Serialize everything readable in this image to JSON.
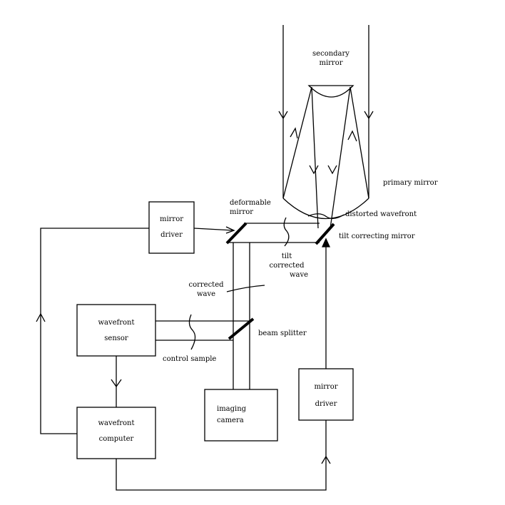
{
  "labels": {
    "secondary_mirror": [
      "secondary",
      "mirror"
    ],
    "primary_mirror": "primary mirror",
    "deformable_mirror": [
      "deformable",
      "mirror"
    ],
    "distorted_wavefront": "distorted wavefront",
    "tilt_correcting_mirror": "tilt correcting mirror",
    "tilt_corrected_wave": [
      "tilt",
      "corrected",
      "wave"
    ],
    "corrected_wave": [
      "corrected",
      "wave"
    ],
    "beam_splitter": "beam splitter",
    "control_sample": "control sample"
  },
  "boxes": {
    "mirror_driver_top": [
      "mirror",
      "driver"
    ],
    "wavefront_sensor": [
      "wavefront",
      "sensor"
    ],
    "wavefront_computer": [
      "wavefront",
      "computer"
    ],
    "imaging_camera": [
      "imaging",
      "camera"
    ],
    "mirror_driver_right": [
      "mirror",
      "driver"
    ]
  }
}
